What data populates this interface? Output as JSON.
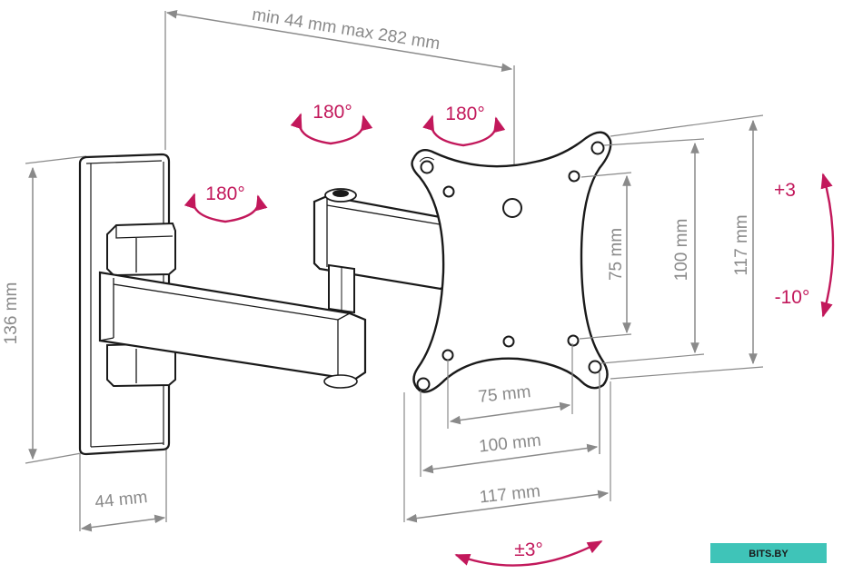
{
  "labels": {
    "extension": "min 44 mm max 282 mm",
    "wall_plate_height": "136 mm",
    "wall_plate_depth": "44 mm",
    "vesa_h_75": "75 mm",
    "vesa_h_100": "100 mm",
    "vesa_h_117": "117 mm",
    "vesa_w_75": "75 mm",
    "vesa_w_100": "100 mm",
    "vesa_w_117": "117 mm",
    "swivel_wall": "180°",
    "swivel_arm": "180°",
    "swivel_head": "180°",
    "tilt_up": "+3",
    "tilt_down": "-10°",
    "rotation": "±3°"
  },
  "watermark": {
    "text": "BITS.BY"
  },
  "colors": {
    "dimension": "#8a8a8a",
    "rotation": "#c2185b",
    "outline": "#1a1a1a",
    "watermark_bg": "#3fc4b8"
  }
}
